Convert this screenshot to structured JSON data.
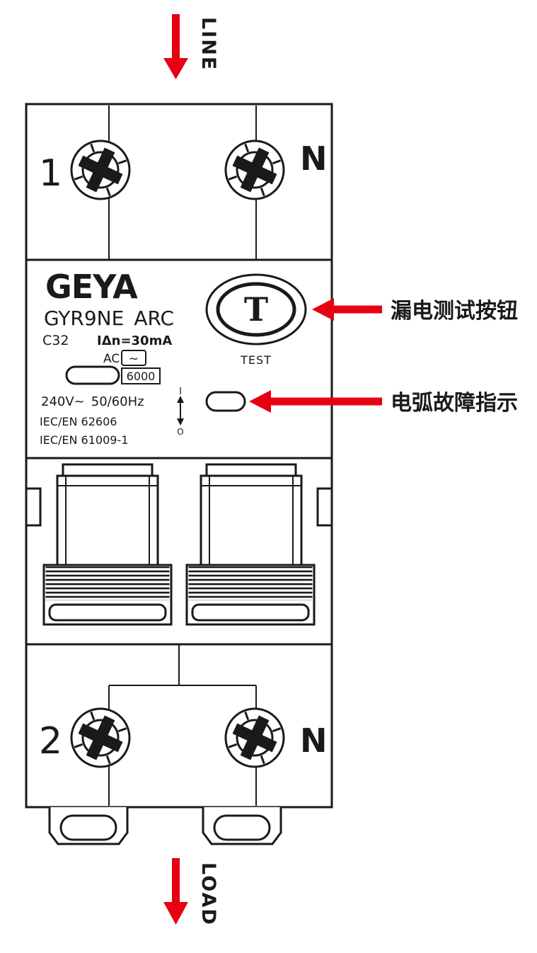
{
  "colors": {
    "red": "#e60012",
    "ink": "#1a1a1a"
  },
  "flow": {
    "line": "LINE",
    "load": "LOAD"
  },
  "callouts": {
    "test_button": "漏电测试按钮",
    "arc_indicator": "电弧故障指示"
  },
  "terminals": {
    "top_left": "1",
    "top_right": "N",
    "bottom_left": "2",
    "bottom_right": "N"
  },
  "panel": {
    "brand": "GEYA",
    "model": "GYR9NE ARC",
    "curve_rating": "C32",
    "residual_current": "IΔn=30mA",
    "type_label": "AC",
    "type_symbol": "~",
    "breaking_capacity": "6000",
    "voltage_frequency": "240V~ 50/60Hz",
    "standard_1": "IEC/EN 62606",
    "standard_2": "IEC/EN 61009-1",
    "test_mark": "T",
    "test_label": "TEST",
    "position_on": "I",
    "position_off": "O"
  }
}
